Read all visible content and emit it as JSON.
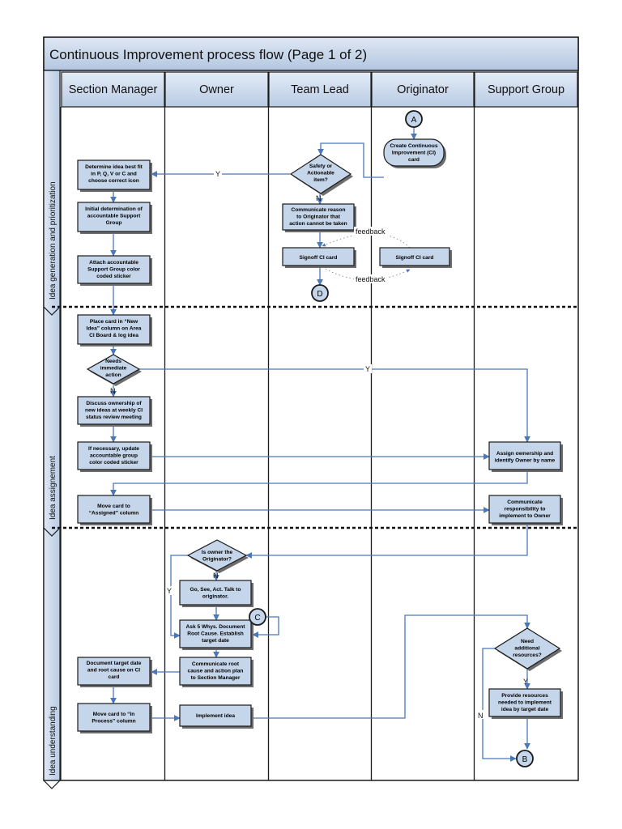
{
  "title": "Continuous Improvement process flow (Page 1 of 2)",
  "lanes": [
    "Section Manager",
    "Owner",
    "Team Lead",
    "Originator",
    "Support Group"
  ],
  "phases": [
    "Idea generation and prioritization",
    "Idea assignement",
    "Idea understanding"
  ],
  "connectors": {
    "A": "A",
    "B": "B",
    "C": "C",
    "D": "D"
  },
  "boxes": {
    "determine_fit": [
      "Determine idea best fit",
      "in P, Q, V or C and",
      "choose correct icon"
    ],
    "initial_determination": [
      "Initial determination of",
      "accountable Support",
      "Group"
    ],
    "attach_sticker": [
      "Attach accountable",
      "Support Group color",
      "coded sticker"
    ],
    "place_card": [
      "Place card  in “New",
      "Idea” column on Area",
      "CI Board & log idea"
    ],
    "discuss_ownership": [
      "Discuss ownership of",
      "new ideas at weekly CI",
      "status review meeting"
    ],
    "update_sticker": [
      "If necessary, update",
      "accountable  group",
      "color coded sticker"
    ],
    "move_assigned": [
      "Move card to",
      "“Assigned” column"
    ],
    "document_target": [
      "Document target date",
      "and root cause on CI",
      "card"
    ],
    "move_in_process": [
      "Move card to “In",
      "Process” column"
    ],
    "go_see_act": [
      "Go, See, Act.  Talk to",
      "originator."
    ],
    "ask_5_whys": [
      "Ask 5 Whys. Document",
      "Root Cause. Establish",
      "target date"
    ],
    "communicate_root": [
      "Communicate root",
      "cause and action plan",
      "to Section Manager"
    ],
    "implement_idea": [
      "Implement idea"
    ],
    "communicate_reason": [
      "Communicate reason",
      "to Originator that",
      "action cannot be taken"
    ],
    "signoff_teamlead": [
      "Signoff CI card"
    ],
    "signoff_originator": [
      "Signoff CI card"
    ],
    "create_card": [
      "Create Continuous",
      "Improvement (CI)",
      "card"
    ],
    "assign_ownership": [
      "Assign ownership and",
      "identify Owner by name"
    ],
    "communicate_responsibility": [
      "Communicate",
      "responsibility to",
      "implement to Owner"
    ],
    "provide_resources": [
      "Provide resources",
      "needed to implement",
      "idea by target date"
    ]
  },
  "decisions": {
    "safety": [
      "Safety or",
      "Actionable",
      "item?"
    ],
    "needs_immediate": [
      "Needs",
      "immediate",
      "action"
    ],
    "is_owner": [
      "Is owner the",
      "Originator?"
    ],
    "need_resources": [
      "Need",
      "additional",
      "resources?"
    ]
  },
  "labels": {
    "yes": "Y",
    "no": "N",
    "feedback_1": "feedback",
    "feedback_2": "feedback"
  }
}
